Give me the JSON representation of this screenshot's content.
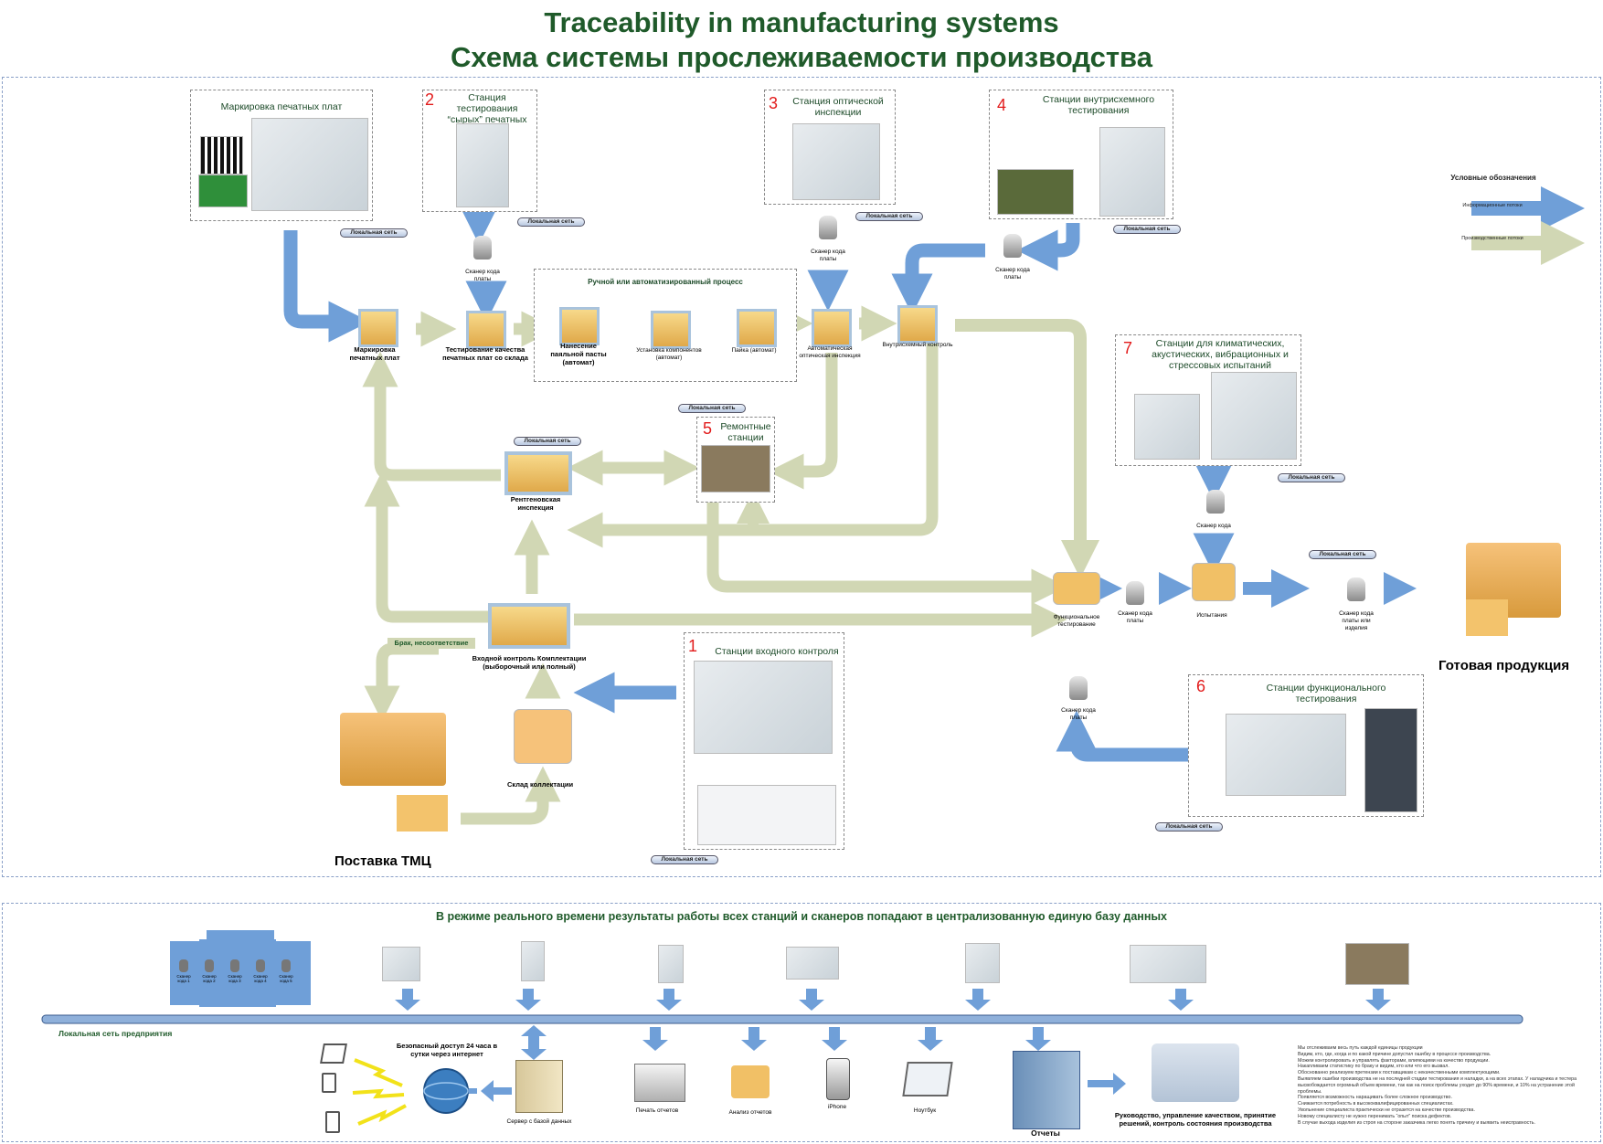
{
  "title": {
    "line1": "Traceability in manufacturing systems",
    "line2": "Схема системы прослеживаемости производства"
  },
  "stations": {
    "marking": "Маркировка печатных плат",
    "s1": {
      "num": "1",
      "title": "Станции входного контроля"
    },
    "s2": {
      "num": "2",
      "title": "Станция тестирования “сырых” печатных плат"
    },
    "s3": {
      "num": "3",
      "title": "Станция оптической инспекции"
    },
    "s4": {
      "num": "4",
      "title": "Станции внутрисхемного тестирования"
    },
    "s5": {
      "num": "5",
      "title": "Ремонтные станции"
    },
    "s6": {
      "num": "6",
      "title": "Станции функционального тестирования"
    },
    "s7": {
      "num": "7",
      "title": "Станции для климатических, акустических, вибрационных и стрессовых испытаний"
    }
  },
  "process_box": "Ручной или автоматизированный процесс",
  "nodes": {
    "marking": "Маркировка печатных плат",
    "bare_test": "Тестирование качества печатных плат со склада",
    "paste": "Нанесение паяльной пасты (автомат)",
    "place": "Установка компонентов (автомат)",
    "solder": "Пайка (автомат)",
    "aoi": "Автоматическая оптическая инспекция",
    "ict": "Внутрисхемный контроль",
    "xray": "Рентгеновская инспекция",
    "incoming": "Входной контроль Комплектации (выборочный или полный)",
    "warehouse": "Склад коллектации",
    "func_test": "Функциональное тестирование",
    "trials": "Испытания",
    "defect": "Брак, несоответствие",
    "supply": "Поставка ТМЦ",
    "finished": "Готовая продукция"
  },
  "scanners": {
    "board": "Сканер кода платы",
    "code": "Сканер кода",
    "board_or_item": "Сканер кода платы или изделия"
  },
  "local_network": "Локальная сеть",
  "legend": {
    "title": "Условные обозначения",
    "info": "Информационные потоки",
    "prod": "Производственные потоки",
    "info_color": "#6f9fd8",
    "prod_color": "#d1d7b4"
  },
  "bottom": {
    "banner": "В режиме реального времени результаты работы всех станций и сканеров попадают в централизованную единую базу данных",
    "enterprise_net": "Локальная сеть предприятия",
    "secure_access": "Безопасный доступ 24 часа в сутки через интернет",
    "server": "Сервер с базой данных",
    "print": "Печать отчетов",
    "analysis": "Анализ отчетов",
    "iphone": "iPhone",
    "laptop": "Ноутбук",
    "reports": "Отчеты",
    "management": "Руководство, управление качеством, принятие решений, контроль состояния производства",
    "scanner_labels": [
      "Сканер кода 1",
      "Сканер кода 2",
      "Сканер кода 3",
      "Сканер кода 4",
      "Сканер кода 5"
    ],
    "notes": [
      "Мы отслеживаем весь путь каждой единицы продукции",
      "Видим, кто, где, когда и по какой причине допустил ошибку в процессе производства.",
      "Можем контролировать и управлять факторами, влияющими на качество продукции.",
      "Накапливаем статистику по браку и видим, кто или что его вызвал.",
      "Обоснованно реализуем претензии к поставщикам с некачественными комплектующими.",
      "Выявляем ошибки производства не на последней стадии тестирования и наладки, а на всех этапах. У наладчика и тестера высвобождается огромный объем времени, так как на поиск проблемы уходит до 90% времени, и 10% на устранение этой проблемы.",
      "Появляется возможность наращивать более сложное производство.",
      "Снижается потребность в высококвалифицированных специалистах.",
      "Увольнение специалиста практически не отразится на качестве производства.",
      "Новому специалисту не нужно перенимать “опыт” поиска дефектов.",
      "В случае выхода изделия из строя на стороне заказчика легко понять причину и выявить неисправность."
    ]
  }
}
